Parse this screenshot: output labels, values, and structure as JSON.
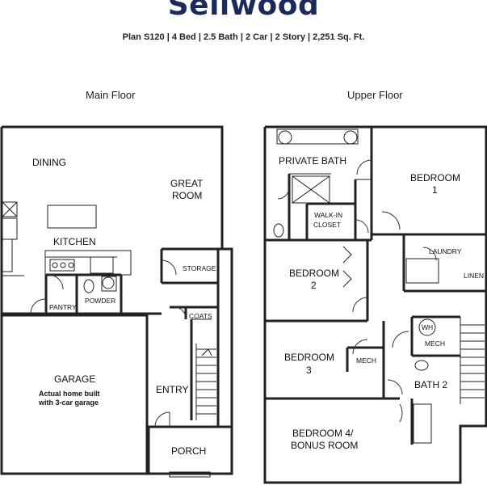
{
  "header": {
    "title": "Sellwood",
    "subtitle": "Plan S120 | 4 Bed  | 2.5 Bath | 2 Car | 2 Story | 2,251 Sq. Ft."
  },
  "main_floor": {
    "label": "Main Floor",
    "rooms": {
      "dining": "DINING",
      "great_room_1": "GREAT",
      "great_room_2": "ROOM",
      "kitchen": "KITCHEN",
      "storage": "STORAGE",
      "pantry": "PANTRY",
      "powder": "POWDER",
      "coats": "COATS",
      "garage": "GARAGE",
      "garage_note_1": "Actual home built",
      "garage_note_2": "with 3-car garage",
      "entry": "ENTRY",
      "porch": "PORCH"
    }
  },
  "upper_floor": {
    "label": "Upper Floor",
    "rooms": {
      "private_bath": "PRIVATE BATH",
      "walkin_1": "WALK-IN",
      "walkin_2": "CLOSET",
      "bedroom1_1": "BEDROOM",
      "bedroom1_2": "1",
      "laundry": "LAUNDRY",
      "linen": "LINEN",
      "bedroom2_1": "BEDROOM",
      "bedroom2_2": "2",
      "wh": "WH",
      "mech_1": "MECH",
      "bedroom3_1": "BEDROOM",
      "bedroom3_2": "3",
      "mech_2": "MECH",
      "bath2": "BATH 2",
      "bedroom4_1": "BEDROOM 4/",
      "bedroom4_2": "BONUS ROOM"
    }
  },
  "colors": {
    "title": "#1b2a5a",
    "wall": "#222222"
  }
}
